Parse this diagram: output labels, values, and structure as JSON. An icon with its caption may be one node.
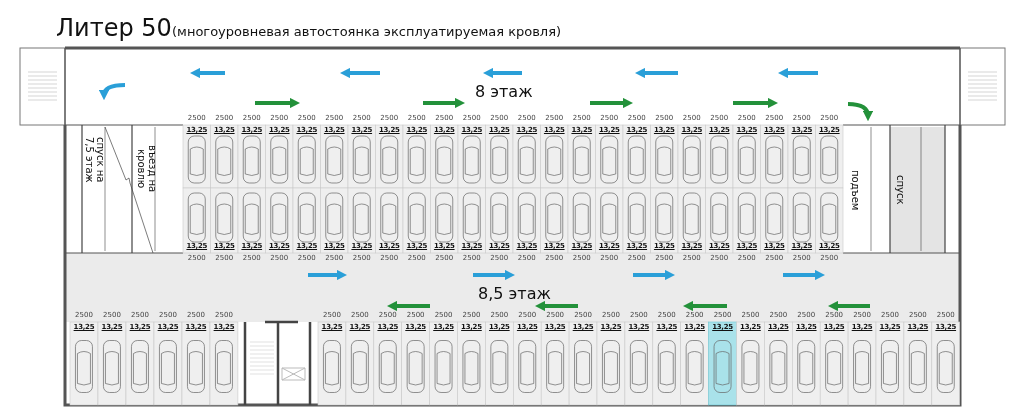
{
  "diagram": {
    "title": "Литер 50",
    "labels": [
      "(многоуровневая автостоянка эксплуатируемая кровля)",
      "8 этаж",
      "2500",
      "2500",
      "2500",
      "2500",
      "2500",
      "2500",
      "2500",
      "2500",
      "2500",
      "2500",
      "2500",
      "2500",
      "2500",
      "2500",
      "2500",
      "2500",
      "2500",
      "2500",
      "2500",
      "2500",
      "2500",
      "2500",
      "2500",
      "2500",
      "13,25",
      "13,25",
      "13,25",
      "13,25",
      "13,25",
      "13,25",
      "13,25",
      "13,25",
      "13,25",
      "13,25",
      "13,25",
      "13,25",
      "13,25",
      "13,25",
      "13,25",
      "13,25",
      "13,25",
      "13,25",
      "13,25",
      "13,25",
      "13,25",
      "13,25",
      "13,25",
      "13,25",
      "спуск на 7,5 этаж",
      "въезд на кровлю",
      "подъем",
      "спуск",
      "13,25",
      "13,25",
      "13,25",
      "13,25",
      "13,25",
      "13,25",
      "13,25",
      "13,25",
      "13,25",
      "13,25",
      "13,25",
      "13,25",
      "13,25",
      "13,25",
      "13,25",
      "13,25",
      "13,25",
      "13,25",
      "13,25",
      "13,25",
      "13,25",
      "13,25",
      "13,25",
      "13,25",
      "2500",
      "2500",
      "2500",
      "2500",
      "2500",
      "2500",
      "2500",
      "2500",
      "2500",
      "2500",
      "2500",
      "2500",
      "2500",
      "2500",
      "2500",
      "2500",
      "2500",
      "2500",
      "2500",
      "2500",
      "2500",
      "2500",
      "2500",
      "2500",
      "8,5 этаж",
      "2500",
      "2500",
      "2500",
      "2500",
      "2500",
      "2500",
      "2500",
      "2500",
      "2500",
      "2500",
      "2500",
      "2500",
      "2500",
      "2500",
      "2500",
      "2500",
      "2500",
      "2500",
      "2500",
      "2500",
      "2500",
      "2500",
      "2500",
      "2500",
      "2500",
      "2500",
      "2500",
      "2500",
      "2500",
      "13,25",
      "13,25",
      "13,25",
      "13,25",
      "13,25",
      "13,25",
      "13,25",
      "13,25",
      "13,25",
      "13,25",
      "13,25",
      "13,25",
      "13,25",
      "13,25",
      "13,25",
      "13,25",
      "13,25",
      "13,25",
      "13,25",
      "13,25",
      "13,25",
      "13,25",
      "13,25",
      "13,25",
      "13,25",
      "13,25",
      "13,25",
      "13,25",
      "13,25"
    ]
  }
}
